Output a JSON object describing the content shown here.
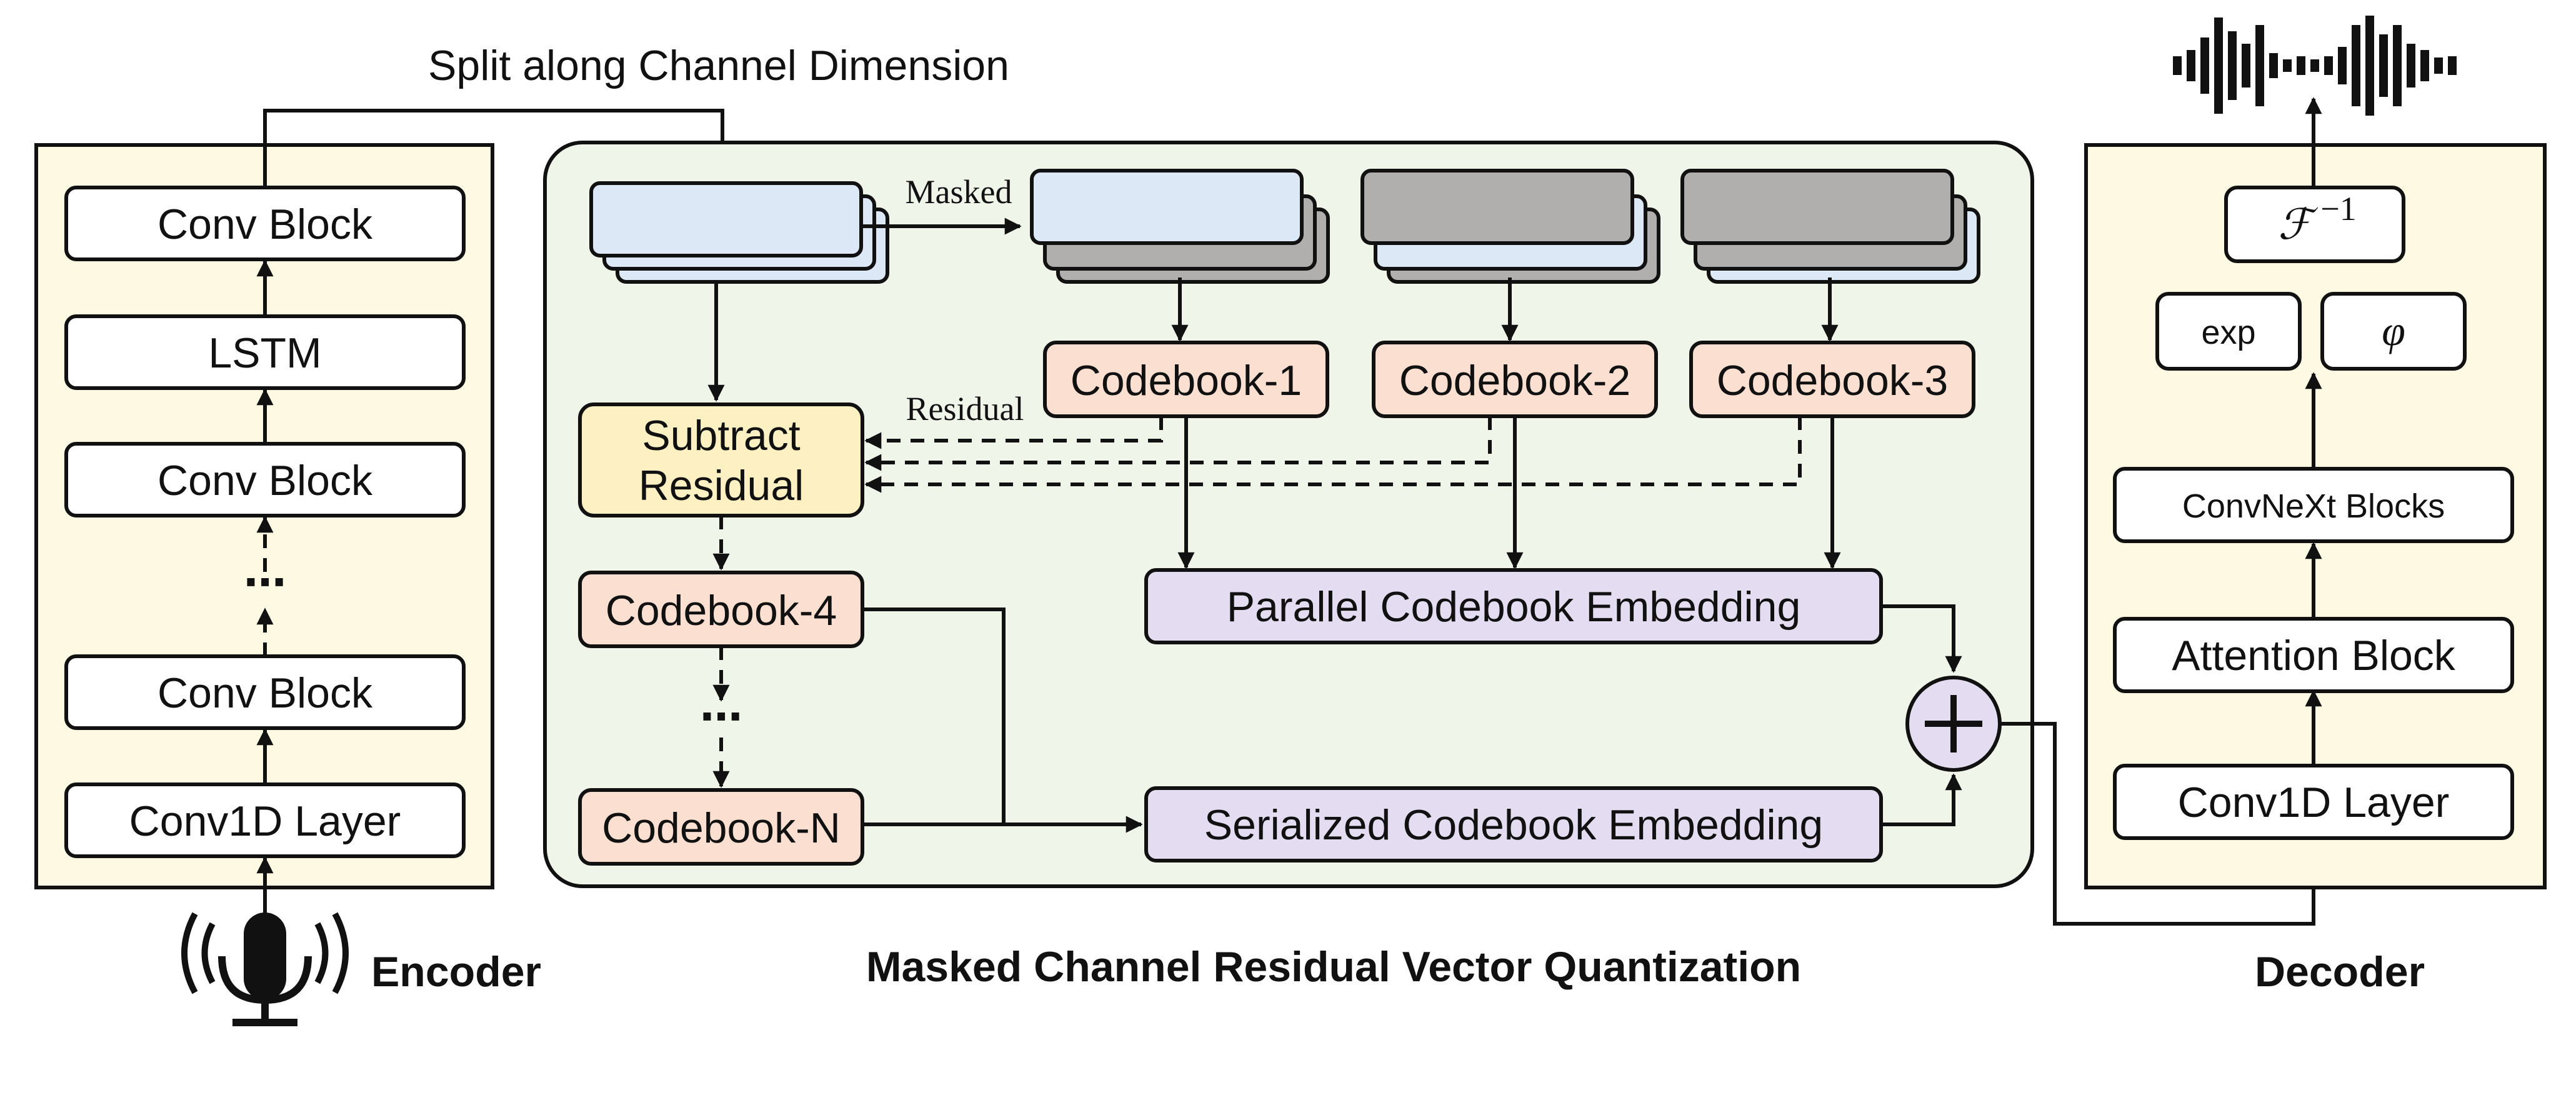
{
  "diagram": {
    "top_label": "Split along Channel Dimension",
    "encoder": {
      "title": "Encoder",
      "blocks": [
        "Conv Block",
        "LSTM",
        "Conv Block",
        "Conv Block",
        "Conv1D Layer"
      ],
      "ellipsis": "⋯"
    },
    "quantizer": {
      "title": "Masked Channel Residual Vector Quantization",
      "masked_label": "Masked",
      "residual_label": "Residual",
      "subtract_residual": [
        "Subtract",
        "Residual"
      ],
      "codebooks": [
        "Codebook-1",
        "Codebook-2",
        "Codebook-3",
        "Codebook-4",
        "Codebook-N"
      ],
      "ellipsis": "⋯",
      "parallel_embedding": "Parallel Codebook Embedding",
      "serialized_embedding": "Serialized Codebook Embedding"
    },
    "decoder": {
      "title": "Decoder",
      "blocks": [
        "Conv1D Layer",
        "Attention Block",
        "ConvNeXt Blocks"
      ],
      "exp_label": "exp",
      "phi_label": "φ",
      "inverse_label": "ℱ",
      "inverse_exponent": "−1"
    },
    "colors": {
      "encoder_decoder_panel": "#fdf9e2",
      "quantizer_panel": "#eff5e9",
      "codebook": "#fbe0d2",
      "embedding": "#e4dcf1",
      "subtract_residual": "#fdf0c2",
      "stack_blue": "#dde8f7",
      "stack_gray": "#b1afad"
    },
    "icons": [
      "microphone-icon",
      "waveform-icon",
      "plus-circle-icon"
    ]
  }
}
